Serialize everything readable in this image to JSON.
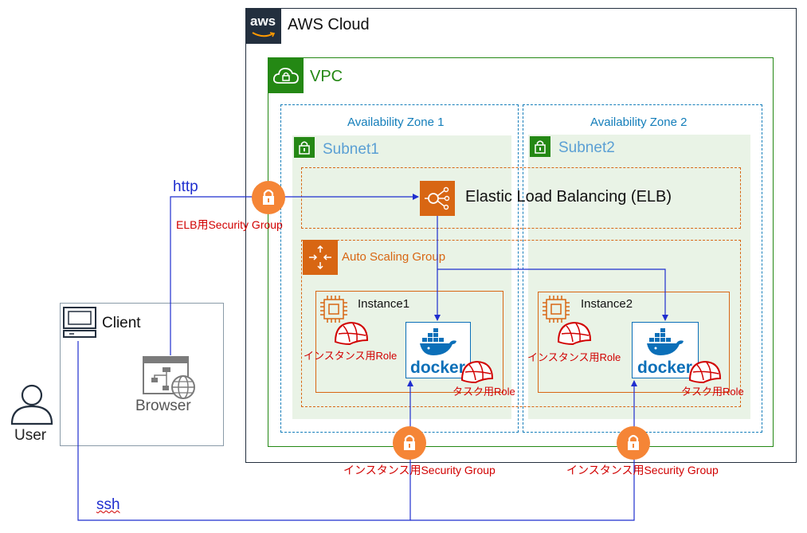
{
  "cloud": {
    "label": "AWS Cloud",
    "logo_text": "aws"
  },
  "vpc": {
    "label": "VPC"
  },
  "az1": {
    "label": "Availability Zone 1"
  },
  "az2": {
    "label": "Availability Zone 2"
  },
  "subnet1": {
    "label": "Subnet1"
  },
  "subnet2": {
    "label": "Subnet2"
  },
  "elb": {
    "label": "Elastic  Load Balancing (ELB)"
  },
  "asg": {
    "label": "Auto Scaling Group"
  },
  "instance1": {
    "label": "Instance1",
    "role_label": "インスタンス用Role",
    "task_role_label": "タスク用Role",
    "docker_text": "docker"
  },
  "instance2": {
    "label": "Instance2",
    "role_label": "インスタンス用Role",
    "task_role_label": "タスク用Role",
    "docker_text": "docker"
  },
  "elb_sg": {
    "label": "ELB用Security Group"
  },
  "inst_sg1": {
    "label": "インスタンス用Security Group"
  },
  "inst_sg2": {
    "label": "インスタンス用Security Group"
  },
  "client": {
    "label": "Client"
  },
  "browser": {
    "label": "Browser"
  },
  "user": {
    "label": "User"
  },
  "conn": {
    "http_label": "http",
    "ssh_label": "ssh"
  },
  "colors": {
    "cloud_border": "#232f3e",
    "vpc_green": "#248814",
    "subnet_bg": "#e9f3e6",
    "az_blue": "#147eba",
    "subnet_text": "#5a9fd4",
    "orange": "#d86613",
    "lock_orange": "#f58536",
    "line_blue": "#1f2ecf",
    "red": "#d10000",
    "docker_blue": "#0b6fb8"
  }
}
